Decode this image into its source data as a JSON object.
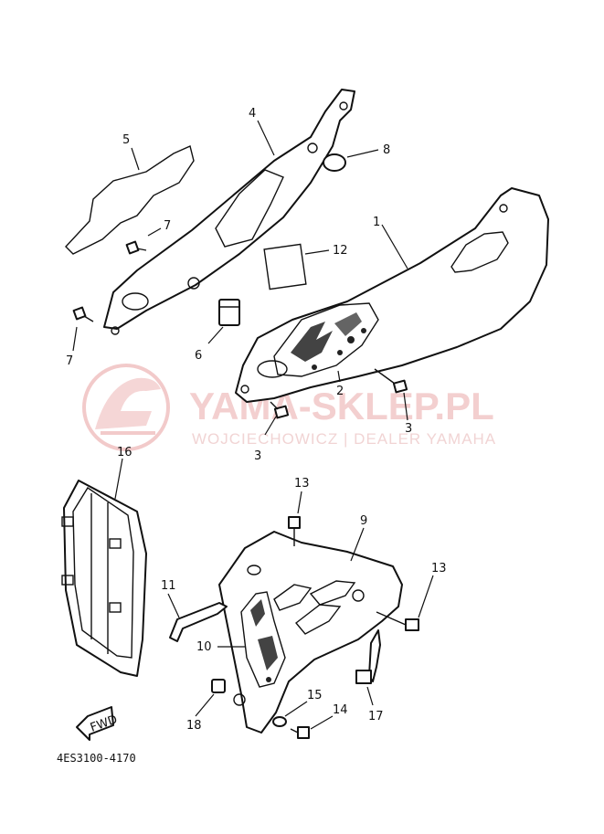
{
  "diagram": {
    "callouts": [
      "1",
      "2",
      "3",
      "3",
      "4",
      "5",
      "6",
      "7",
      "7",
      "8",
      "9",
      "10",
      "11",
      "12",
      "13",
      "13",
      "14",
      "15",
      "16",
      "17",
      "18"
    ],
    "fwd_label": "FWD",
    "part_code": "4ES3100-4170"
  },
  "watermark": {
    "title": "YAMA-SKLEP.PL",
    "subtitle": "WOJCIECHOWICZ | DEALER YAMAHA",
    "color": "#e8a0a0"
  }
}
